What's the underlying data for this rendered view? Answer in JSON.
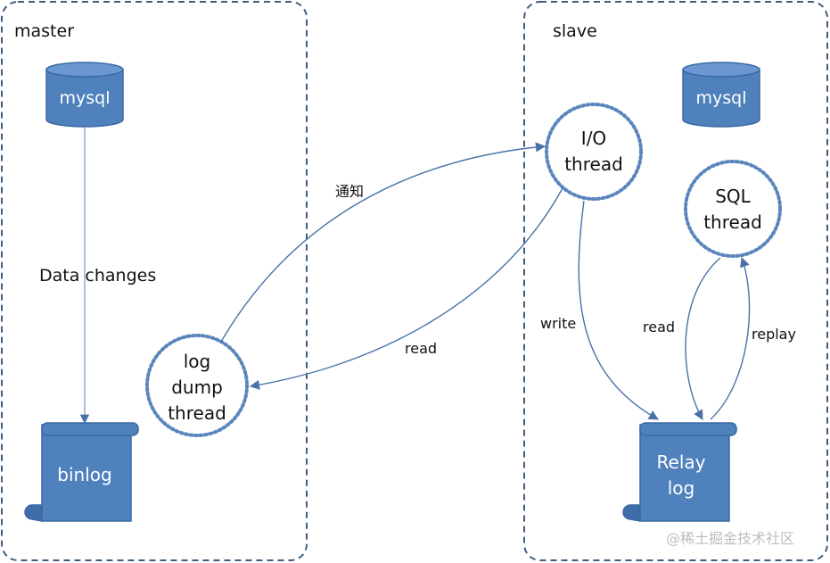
{
  "master": {
    "label": "master",
    "db_label": "mysql",
    "data_changes": "Data changes",
    "binlog_label": "binlog",
    "dump_thread": [
      "log",
      "dump",
      "thread"
    ]
  },
  "slave": {
    "label": "slave",
    "db_label": "mysql",
    "io_thread": [
      "I/O",
      "thread"
    ],
    "sql_thread": [
      "SQL",
      "thread"
    ],
    "relay_log": [
      "Relay",
      "log"
    ]
  },
  "edges": {
    "notify": "通知",
    "read_master": "read",
    "write": "write",
    "read_relay": "read",
    "replay": "replay"
  },
  "watermark": "@稀土掘金技术社区",
  "colors": {
    "node_fill": "#4f81bd",
    "node_stroke": "#3a6aa3",
    "line": "#4a72a8",
    "circle_stroke": "#5a86bd",
    "box_stroke": "#3f5d7f"
  }
}
